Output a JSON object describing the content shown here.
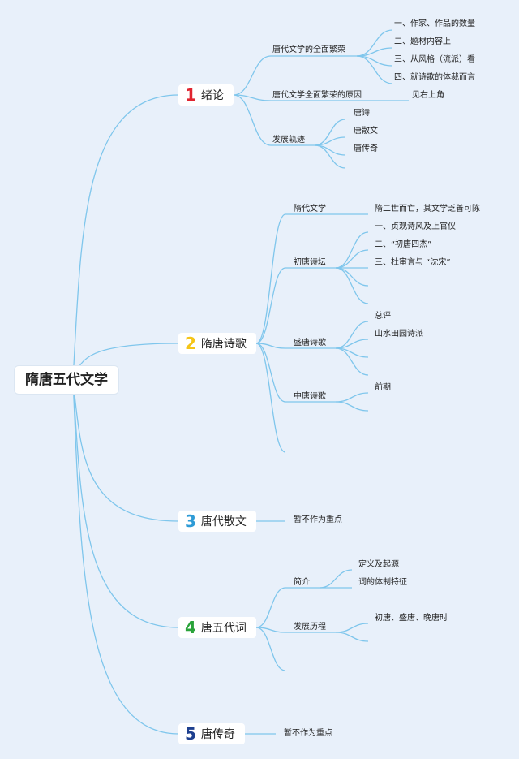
{
  "root": {
    "label": "隋唐五代文学"
  },
  "branches": [
    {
      "num": "1",
      "color": "#e0242f",
      "label": "绪论",
      "children": [
        {
          "label": "唐代文学的全面繁荣",
          "children": [
            "一、作家、作品的数量",
            "二、题材内容上",
            "三、从风格（流派）看",
            "四、就诗歌的体裁而言"
          ]
        },
        {
          "label": "唐代文学全面繁荣的原因",
          "children": [
            "见右上角"
          ]
        },
        {
          "label": "发展轨迹",
          "children": [
            "唐诗",
            "唐散文",
            "唐传奇",
            ""
          ]
        }
      ]
    },
    {
      "num": "2",
      "color": "#f5c518",
      "label": "隋唐诗歌",
      "children": [
        {
          "label": "隋代文学",
          "children": [
            "隋二世而亡，其文学乏善可陈"
          ]
        },
        {
          "label": "初唐诗坛",
          "children": [
            "一、贞观诗风及上官仪",
            "二、“初唐四杰”",
            "三、杜审言与 “沈宋”",
            "",
            ""
          ]
        },
        {
          "label": "盛唐诗歌",
          "children": [
            "总评",
            "山水田园诗派",
            "",
            ""
          ]
        },
        {
          "label": "中唐诗歌",
          "children": [
            "前期",
            ""
          ]
        },
        {
          "label": "",
          "children": []
        }
      ]
    },
    {
      "num": "3",
      "color": "#2e9bd6",
      "label": "唐代散文",
      "children": [
        {
          "label": "暂不作为重点",
          "children": []
        }
      ]
    },
    {
      "num": "4",
      "color": "#2aa33a",
      "label": "唐五代词",
      "children": [
        {
          "label": "简介",
          "children": [
            "定义及起源",
            "词的体制特征"
          ]
        },
        {
          "label": "发展历程",
          "children": [
            "初唐、盛唐、晚唐时",
            ""
          ]
        },
        {
          "label": "",
          "children": []
        }
      ]
    },
    {
      "num": "5",
      "color": "#1d3f8f",
      "label": "唐传奇",
      "children": [
        {
          "label": "暂不作为重点",
          "children": []
        }
      ]
    }
  ]
}
